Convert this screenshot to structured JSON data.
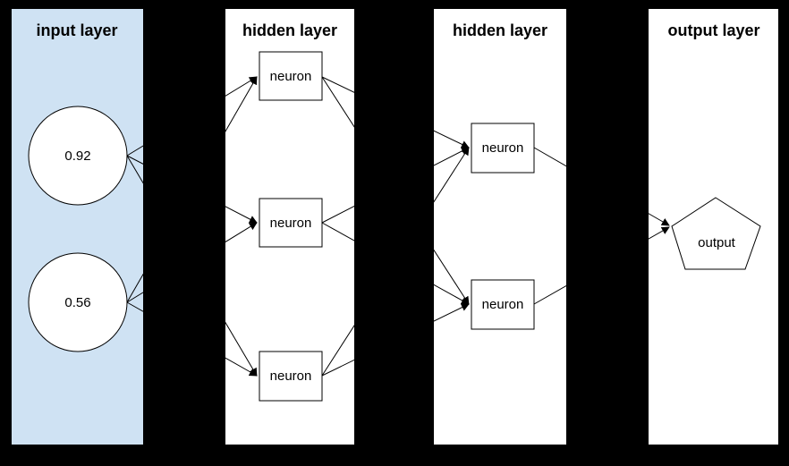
{
  "diagram": {
    "type": "neural-network-layer-diagram",
    "colors": {
      "background": "#000000",
      "input_panel_fill": "#cfe2f3",
      "panel_fill": "#ffffff",
      "stroke": "#000000",
      "text": "#000000"
    },
    "layers": [
      {
        "title": "input layer",
        "nodes": [
          {
            "label": "0.92",
            "shape": "circle"
          },
          {
            "label": "0.56",
            "shape": "circle"
          }
        ]
      },
      {
        "title": "hidden layer",
        "nodes": [
          {
            "label": "neuron",
            "shape": "rectangle"
          },
          {
            "label": "neuron",
            "shape": "rectangle"
          },
          {
            "label": "neuron",
            "shape": "rectangle"
          }
        ]
      },
      {
        "title": "hidden layer",
        "nodes": [
          {
            "label": "neuron",
            "shape": "rectangle"
          },
          {
            "label": "neuron",
            "shape": "rectangle"
          }
        ]
      },
      {
        "title": "output layer",
        "nodes": [
          {
            "label": "output",
            "shape": "pentagon"
          }
        ]
      }
    ]
  }
}
